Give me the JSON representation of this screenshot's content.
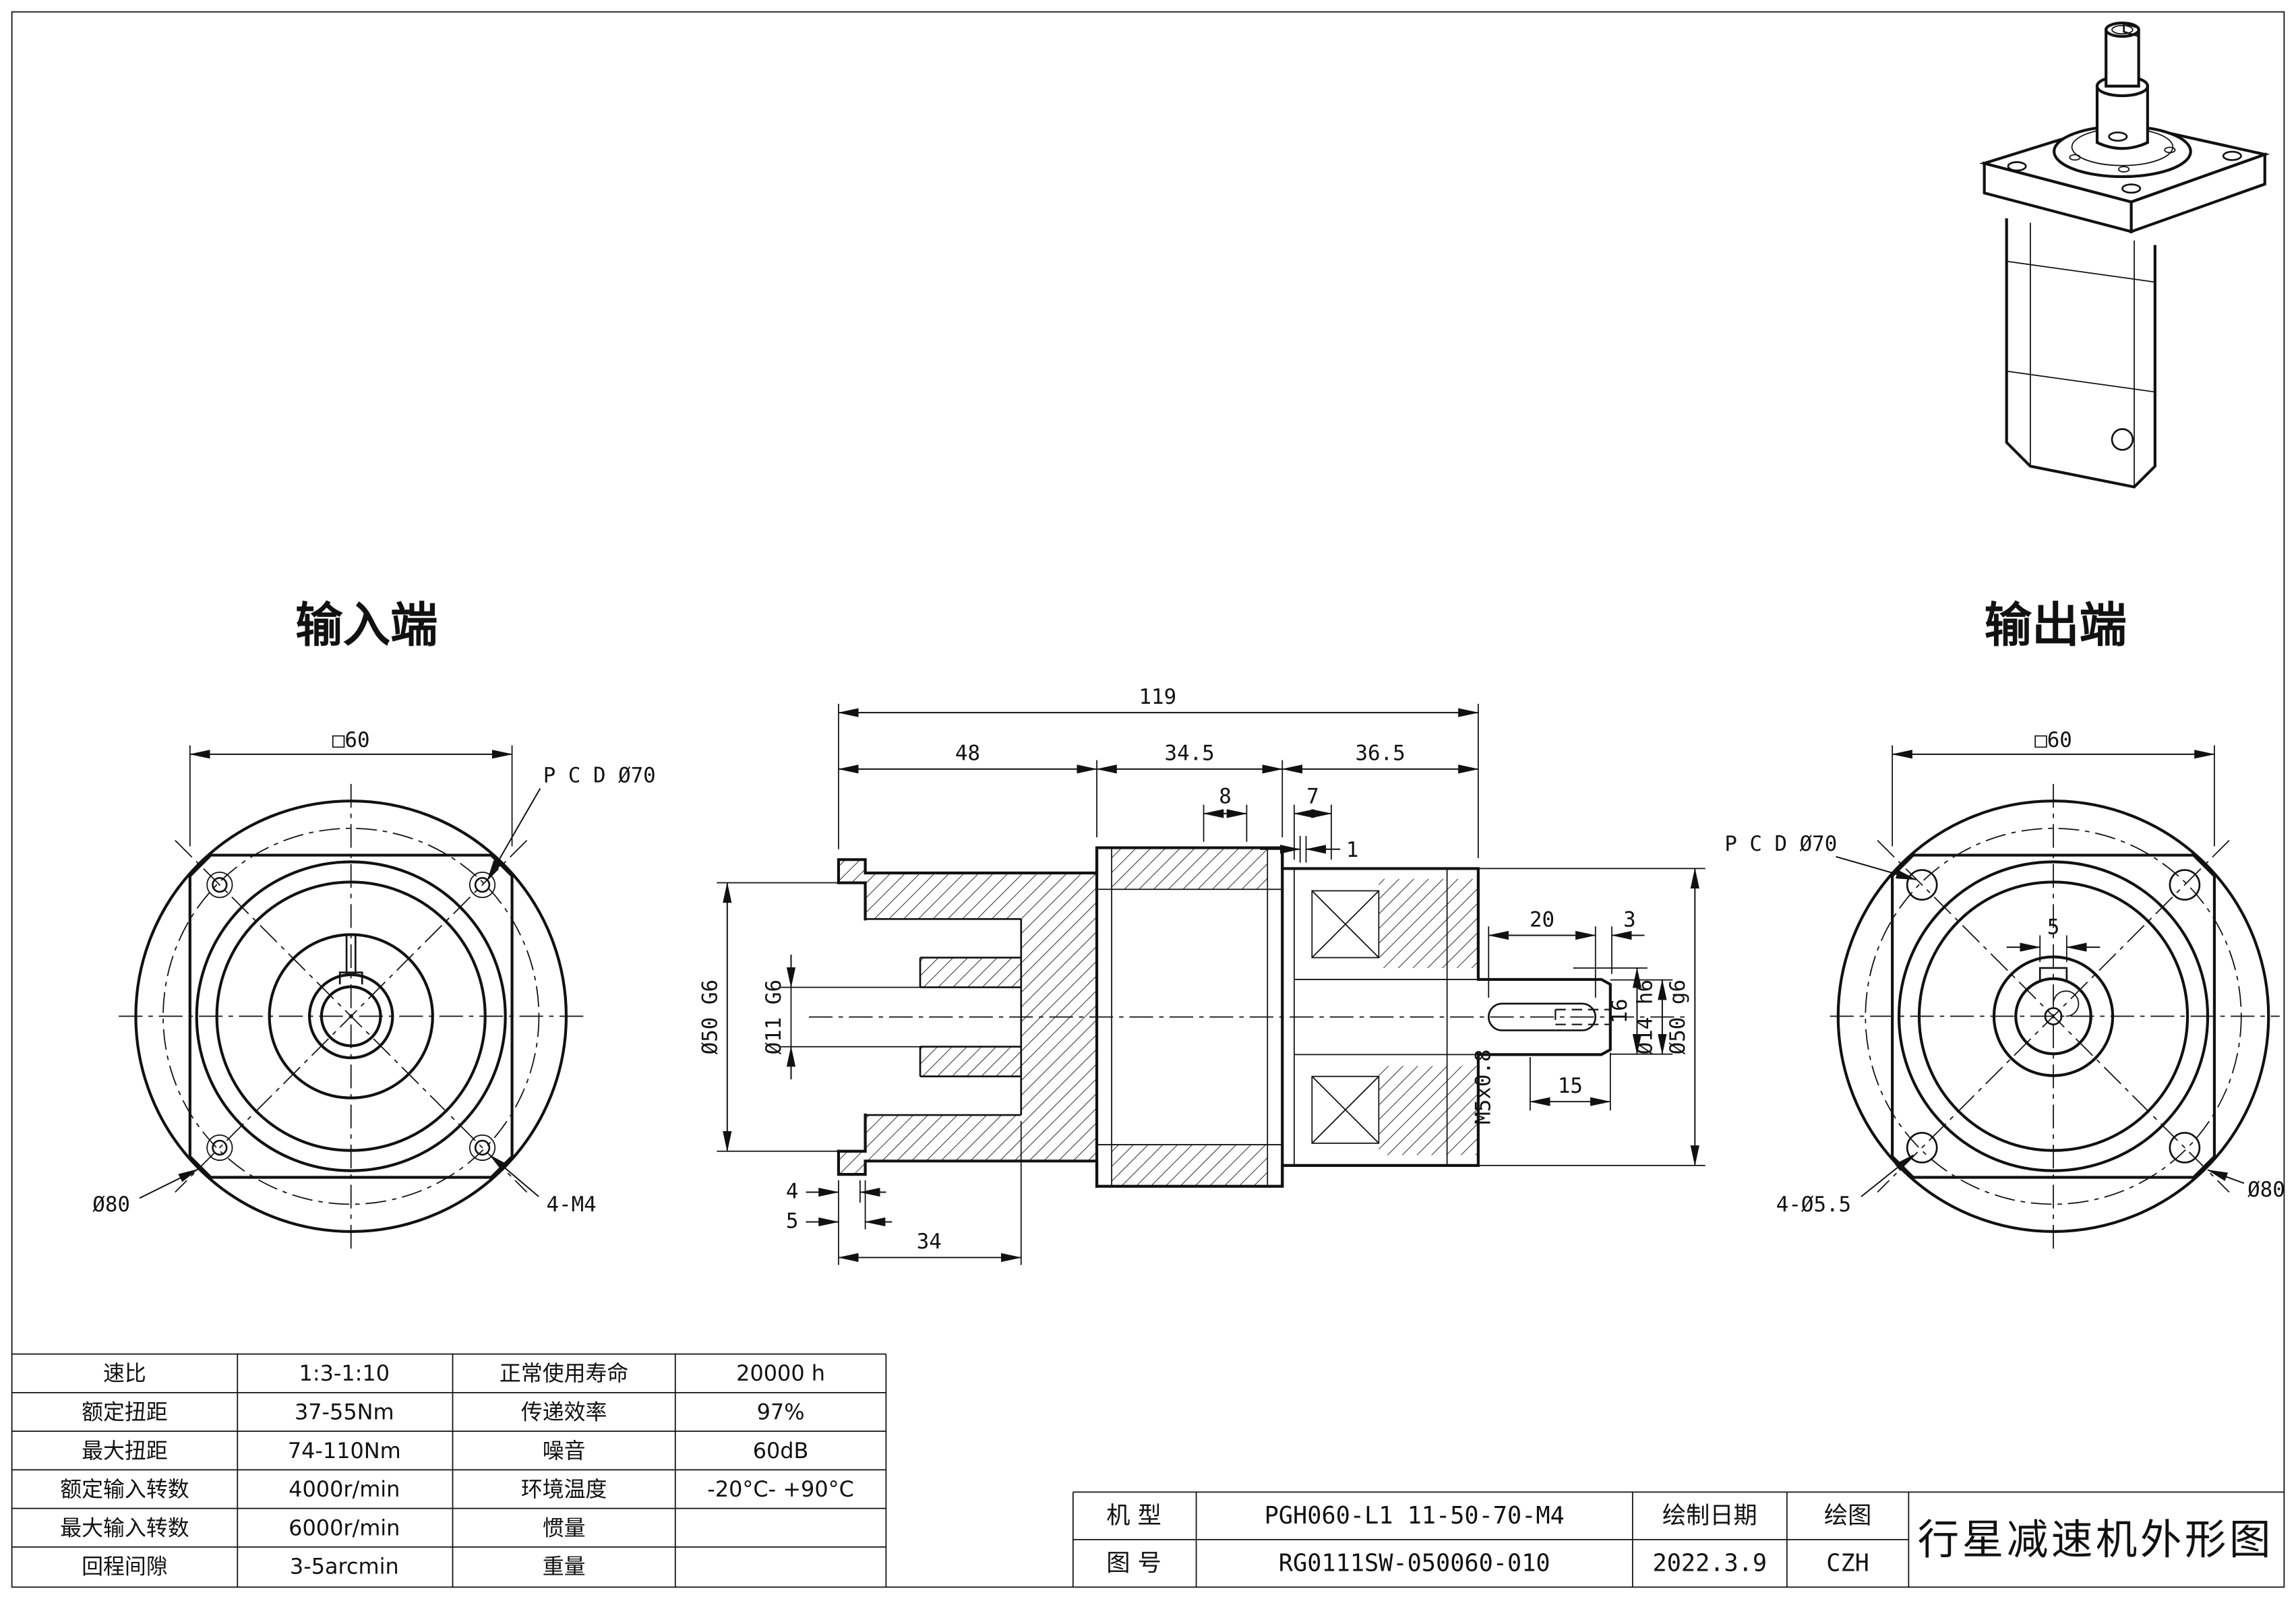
{
  "page": {
    "background": "#ffffff",
    "line_color": "#111111"
  },
  "views": {
    "input": {
      "title": "输入端",
      "dim_square": "□60",
      "dim_pcd": "P C D Ø70",
      "dim_outer": "Ø80",
      "dim_holes": "4-M4"
    },
    "side": {
      "dim_total": "119",
      "dim_len_a": "48",
      "dim_len_b": "34.5",
      "dim_len_c": "36.5",
      "dim_step_a": "8",
      "dim_step_b": "7",
      "dim_step_c": "1",
      "dim_key_len": "20",
      "dim_key_end": "3",
      "dim_pilot_input": "Ø50 G6",
      "dim_bore_input": "Ø11 G6",
      "dim_shaft_dia": "Ø14 h6",
      "dim_key_height": "16",
      "dim_thread_depth": "15",
      "dim_thread": "M5x0.8",
      "dim_pilot_output": "Ø50 g6",
      "dim_depth_a": "4",
      "dim_depth_b": "5",
      "dim_depth_c": "34"
    },
    "output": {
      "title": "输出端",
      "dim_square": "□60",
      "dim_pcd": "P C D Ø70",
      "dim_key_width": "5",
      "dim_holes": "4-Ø5.5",
      "dim_outer": "Ø80"
    }
  },
  "spec_table": {
    "rows": [
      [
        "速比",
        "1:3-1:10",
        "正常使用寿命",
        "20000 h"
      ],
      [
        "额定扭距",
        "37-55Nm",
        "传递效率",
        "97%"
      ],
      [
        "最大扭距",
        "74-110Nm",
        "噪音",
        "60dB"
      ],
      [
        "额定输入转数",
        "4000r/min",
        "环境温度",
        "-20°C- +90°C"
      ],
      [
        "最大输入转数",
        "6000r/min",
        "惯量",
        ""
      ],
      [
        "回程间隙",
        "3-5arcmin",
        "重量",
        ""
      ]
    ]
  },
  "title_block": {
    "model_label": "机 型",
    "model_value": "PGH060-L1 11-50-70-M4",
    "date_label": "绘制日期",
    "drawer_label": "绘图",
    "no_label": "图 号",
    "no_value": "RG0111SW-050060-010",
    "date_value": "2022.3.9",
    "drawer_value": "CZH",
    "doc_title": "行星减速机外形图"
  }
}
